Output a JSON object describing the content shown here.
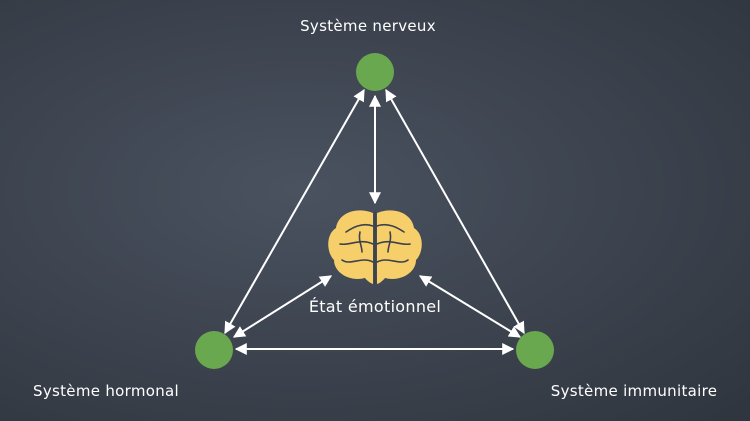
{
  "nodes": {
    "top": {
      "label": "Système nerveux"
    },
    "left": {
      "label": "Système hormonal"
    },
    "right": {
      "label": "Système immunitaire"
    },
    "center": {
      "label": "État émotionnel",
      "icon": "brain-icon"
    }
  },
  "colors": {
    "board": "#3b424d",
    "node": "#6aa84f",
    "brain": "#f6cf6a",
    "chalk": "#ffffff"
  }
}
